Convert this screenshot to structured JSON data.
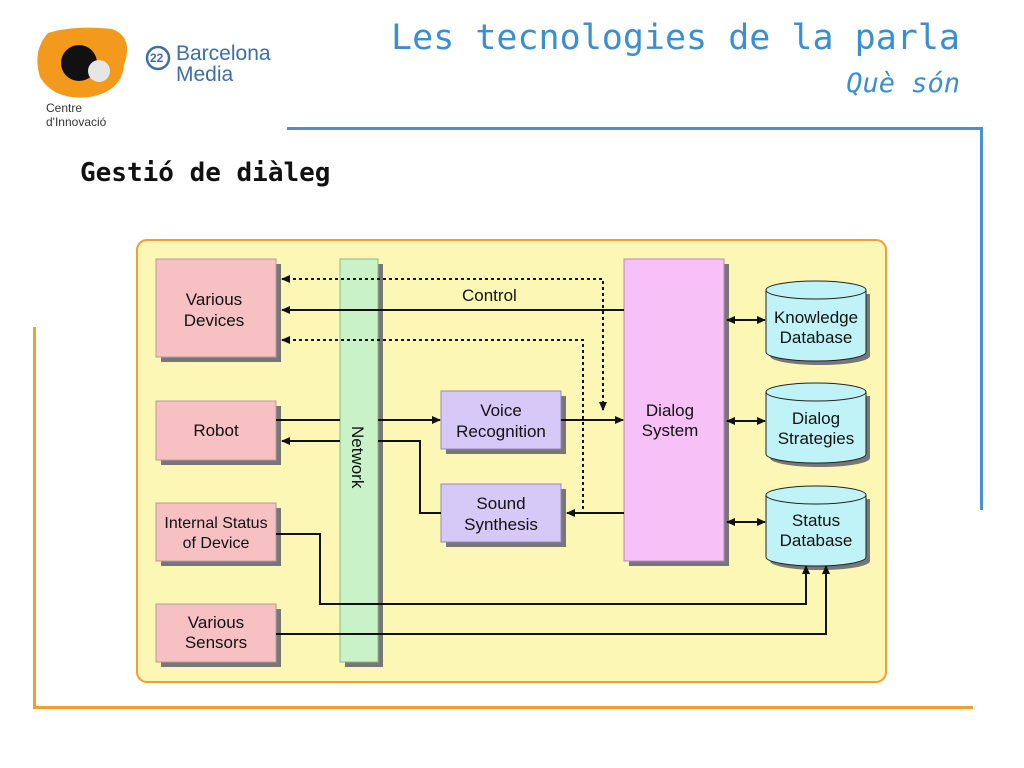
{
  "header": {
    "title": "Les tecnologies de la parla",
    "subtitle": "Què són"
  },
  "logo": {
    "centre_line1": "Centre",
    "centre_line2": "d'Innovació",
    "brand_line1": "Barcelona",
    "brand_line2": "Media",
    "brand_number": "22"
  },
  "section": {
    "heading": "Gestió de diàleg"
  },
  "diagram": {
    "devices": {
      "various_devices": [
        "Various",
        "Devices"
      ],
      "robot": [
        "Robot"
      ],
      "internal_status": [
        "Internal Status",
        "of Device"
      ],
      "various_sensors": [
        "Various",
        "Sensors"
      ]
    },
    "network": "Network",
    "control": "Control",
    "voice_recognition": [
      "Voice",
      "Recognition"
    ],
    "sound_synthesis": [
      "Sound",
      "Synthesis"
    ],
    "dialog_system": [
      "Dialog",
      "System"
    ],
    "databases": {
      "knowledge": [
        "Knowledge",
        "Database"
      ],
      "strategies": [
        "Dialog",
        "Strategies"
      ],
      "status": [
        "Status",
        "Database"
      ]
    }
  },
  "colors": {
    "title": "#3a8fd0",
    "frame_blue": "#4a8fd0",
    "frame_orange": "#f0a030",
    "panel_bg": "#fdf7b6",
    "device_box": "#f7c1c4",
    "network": "#c9f2c9",
    "module": "#d6c8f7",
    "dialog_system": "#f7c0f7",
    "database": "#bff3f7"
  }
}
